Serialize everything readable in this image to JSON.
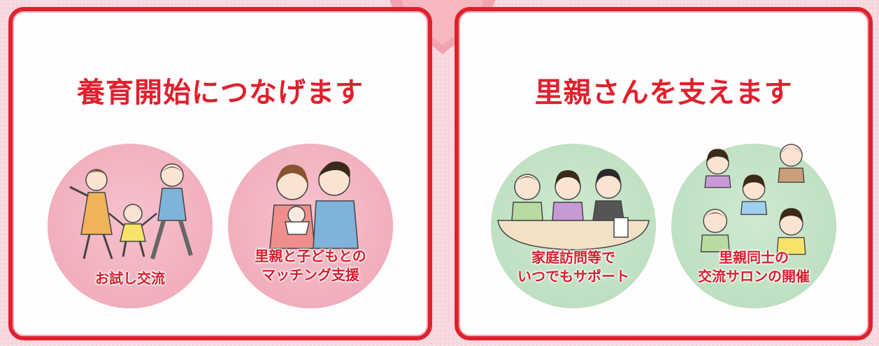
{
  "left_panel": {
    "title": "養育開始につなげます",
    "items": [
      {
        "lines": [
          "お試し交流"
        ],
        "icon": "family-walking-icon"
      },
      {
        "lines": [
          "里親と子どもとの",
          "マッチング支援"
        ],
        "icon": "parents-with-baby-icon"
      }
    ]
  },
  "right_panel": {
    "title": "里親さんを支えます",
    "items": [
      {
        "lines": [
          "家庭訪問等で",
          "いつでもサポート"
        ],
        "icon": "home-visit-meeting-icon"
      },
      {
        "lines": [
          "里親同士の",
          "交流サロンの開催"
        ],
        "icon": "group-salon-icon"
      }
    ]
  },
  "colors": {
    "accent_red": "#e0202e",
    "pink_circle": "#f1aebd",
    "green_circle": "#bfe0c2",
    "background": "#f7d6de"
  }
}
